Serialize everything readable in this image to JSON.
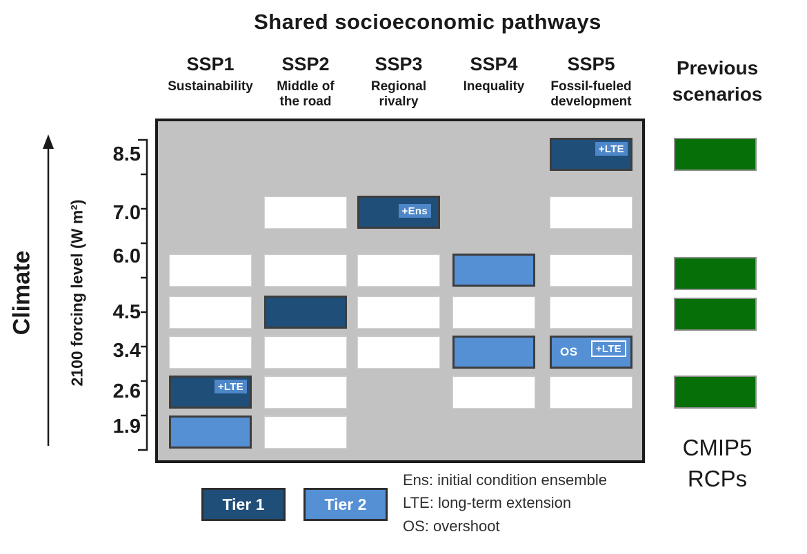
{
  "title": "Shared socioeconomic pathways",
  "right_column": {
    "header_lines": [
      "Previous",
      "scenarios"
    ],
    "footer_lines": [
      "CMIP5",
      "RCPs"
    ]
  },
  "y_axis": {
    "dimension_label": "Climate",
    "axis_label": "2100 forcing level (W m²)",
    "levels": [
      "8.5",
      "7.0",
      "6.0",
      "4.5",
      "3.4",
      "2.6",
      "1.9"
    ]
  },
  "legend": {
    "tiers": [
      {
        "id": "tier1",
        "label": "Tier 1"
      },
      {
        "id": "tier2",
        "label": "Tier 2"
      }
    ],
    "abbreviations": [
      "Ens: initial condition ensemble",
      "LTE: long-term extension",
      "OS: overshoot"
    ]
  },
  "colors": {
    "tier1_blue": "#1F4E79",
    "tier2_blue": "#5590D5",
    "badge_blue": "#4E87C8",
    "rcp_green": "#076F07",
    "panel_gray": "#C2C2C2",
    "empty_cell_white": "#FFFFFF"
  },
  "chart_data": {
    "type": "matrix",
    "columns": [
      {
        "id": "SSP1",
        "label": "SSP1",
        "subtitle_lines": [
          "Sustainability"
        ]
      },
      {
        "id": "SSP2",
        "label": "SSP2",
        "subtitle_lines": [
          "Middle of",
          "the road"
        ]
      },
      {
        "id": "SSP3",
        "label": "SSP3",
        "subtitle_lines": [
          "Regional",
          "rivalry"
        ]
      },
      {
        "id": "SSP4",
        "label": "SSP4",
        "subtitle_lines": [
          "Inequality"
        ]
      },
      {
        "id": "SSP5",
        "label": "SSP5",
        "subtitle_lines": [
          "Fossil-fueled",
          "development"
        ]
      }
    ],
    "rows": [
      {
        "level": "8.5",
        "rcp_green": true,
        "cells": {
          "SSP5": {
            "type": "tier1",
            "badge": {
              "text": "+LTE",
              "style": "solid",
              "pos": "top"
            }
          }
        }
      },
      {
        "level": "7.0",
        "rcp_green": false,
        "cells": {
          "SSP2": {
            "type": "white"
          },
          "SSP3": {
            "type": "tier1",
            "badge": {
              "text": "+Ens",
              "style": "solid",
              "pos": "mid"
            }
          },
          "SSP5": {
            "type": "white"
          }
        }
      },
      {
        "level": "6.0",
        "rcp_green": true,
        "cells": {
          "SSP1": {
            "type": "white"
          },
          "SSP2": {
            "type": "white"
          },
          "SSP3": {
            "type": "white"
          },
          "SSP4": {
            "type": "tier2"
          },
          "SSP5": {
            "type": "white"
          }
        }
      },
      {
        "level": "4.5",
        "rcp_green": true,
        "cells": {
          "SSP1": {
            "type": "white"
          },
          "SSP2": {
            "type": "tier1"
          },
          "SSP3": {
            "type": "white"
          },
          "SSP4": {
            "type": "white"
          },
          "SSP5": {
            "type": "white"
          }
        }
      },
      {
        "level": "3.4",
        "rcp_green": false,
        "cells": {
          "SSP1": {
            "type": "white"
          },
          "SSP2": {
            "type": "white"
          },
          "SSP3": {
            "type": "white"
          },
          "SSP4": {
            "type": "tier2"
          },
          "SSP5": {
            "type": "tier2",
            "corner_text": "OS",
            "badge": {
              "text": "+LTE",
              "style": "outline",
              "pos": "top"
            }
          }
        }
      },
      {
        "level": "2.6",
        "rcp_green": true,
        "cells": {
          "SSP1": {
            "type": "tier1",
            "badge": {
              "text": "+LTE",
              "style": "solid",
              "pos": "top"
            }
          },
          "SSP2": {
            "type": "white"
          },
          "SSP4": {
            "type": "white"
          },
          "SSP5": {
            "type": "white"
          }
        }
      },
      {
        "level": "1.9",
        "rcp_green": false,
        "cells": {
          "SSP1": {
            "type": "tier2"
          },
          "SSP2": {
            "type": "white"
          }
        }
      }
    ]
  }
}
